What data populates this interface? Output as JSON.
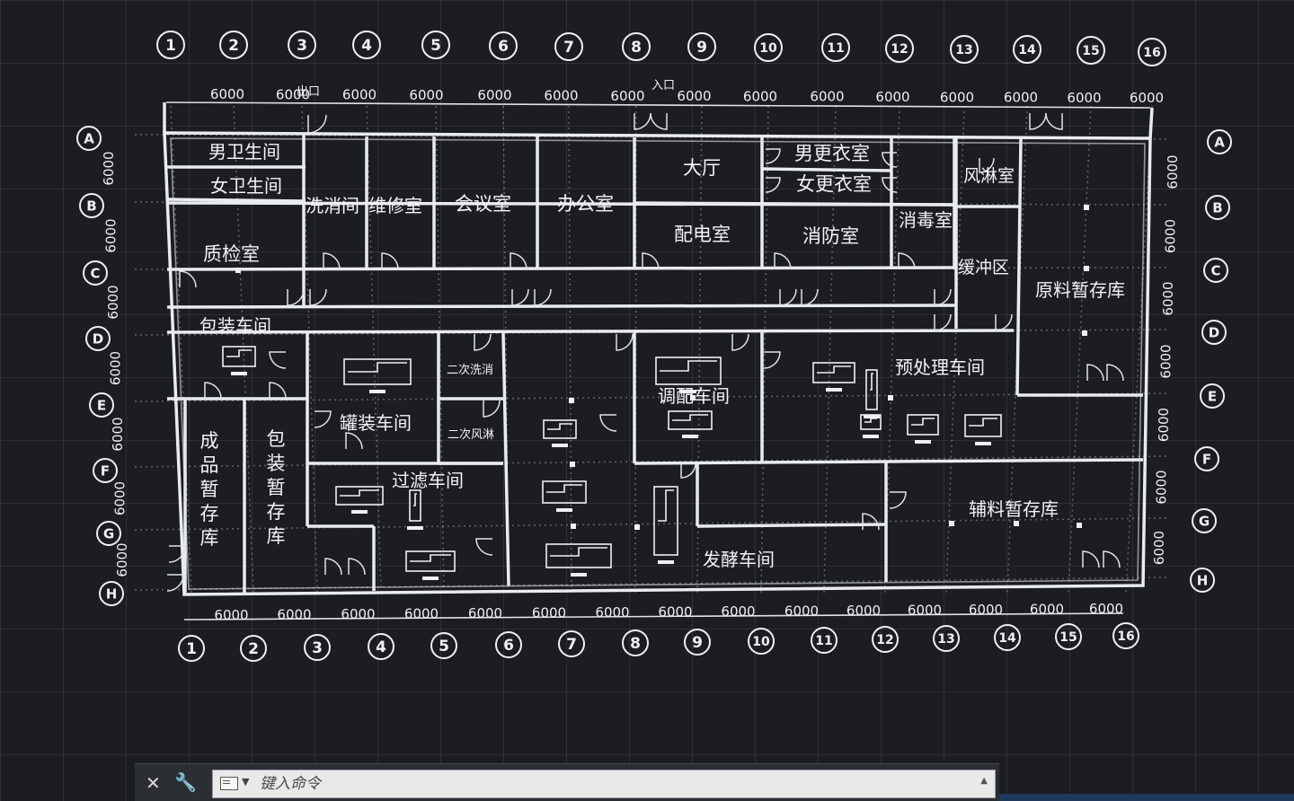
{
  "column_axes": [
    "1",
    "2",
    "3",
    "4",
    "5",
    "6",
    "7",
    "8",
    "9",
    "10",
    "11",
    "12",
    "13",
    "14",
    "15",
    "16"
  ],
  "row_axes": [
    "A",
    "B",
    "C",
    "D",
    "E",
    "F",
    "G",
    "H"
  ],
  "dimensions": {
    "top": [
      "6000",
      "6000",
      "6000",
      "6000",
      "6000",
      "6000",
      "6000",
      "6000",
      "6000",
      "6000",
      "6000",
      "6000",
      "6000",
      "6000",
      "6000"
    ],
    "bottom": [
      "6000",
      "6000",
      "6000",
      "6000",
      "6000",
      "6000",
      "6000",
      "6000",
      "6000",
      "6000",
      "6000",
      "6000",
      "6000",
      "6000",
      "6000"
    ],
    "left": [
      "6000",
      "6000",
      "6000",
      "6000",
      "6000",
      "6000",
      "6000"
    ],
    "right": [
      "6000",
      "6000",
      "6000",
      "6000",
      "6000",
      "6000",
      "6000"
    ]
  },
  "entrances": {
    "exit": "出口",
    "entrance": "入口"
  },
  "rooms": [
    {
      "id": "mens-restroom",
      "label": "男卫生间"
    },
    {
      "id": "womens-restroom",
      "label": "女卫生间"
    },
    {
      "id": "quality-inspection",
      "label": "质检室"
    },
    {
      "id": "wash-disinfect",
      "label": "洗消间"
    },
    {
      "id": "maintenance",
      "label": "维修室"
    },
    {
      "id": "meeting",
      "label": "会议室"
    },
    {
      "id": "office",
      "label": "办公室"
    },
    {
      "id": "lobby",
      "label": "大厅"
    },
    {
      "id": "power-distribution",
      "label": "配电室"
    },
    {
      "id": "mens-changing",
      "label": "男更衣室"
    },
    {
      "id": "womens-changing",
      "label": "女更衣室"
    },
    {
      "id": "fire-control",
      "label": "消防室"
    },
    {
      "id": "disinfection",
      "label": "消毒室"
    },
    {
      "id": "air-shower",
      "label": "风淋室"
    },
    {
      "id": "buffer-zone",
      "label": "缓冲区"
    },
    {
      "id": "raw-material-storage",
      "label": "原料暂存库"
    },
    {
      "id": "packaging-workshop",
      "label": "包装车间"
    },
    {
      "id": "filling-workshop",
      "label": "罐装车间"
    },
    {
      "id": "secondary-wash",
      "label": "二次洗消"
    },
    {
      "id": "secondary-air-shower",
      "label": "二次风淋"
    },
    {
      "id": "blending-workshop",
      "label": "调配车间"
    },
    {
      "id": "pretreatment-workshop",
      "label": "预处理车间"
    },
    {
      "id": "filtration-workshop",
      "label": "过滤车间"
    },
    {
      "id": "fermentation-workshop",
      "label": "发酵车间"
    },
    {
      "id": "auxiliary-storage",
      "label": "辅料暂存库"
    },
    {
      "id": "finished-goods-storage",
      "label": "成品暂存库"
    },
    {
      "id": "packaging-storage",
      "label": "包装暂存库"
    }
  ],
  "command_line": {
    "placeholder": "键入命令"
  },
  "colors": {
    "background": "#1b1d20",
    "lines": "#e8ecef",
    "grid": "#5a626c"
  }
}
